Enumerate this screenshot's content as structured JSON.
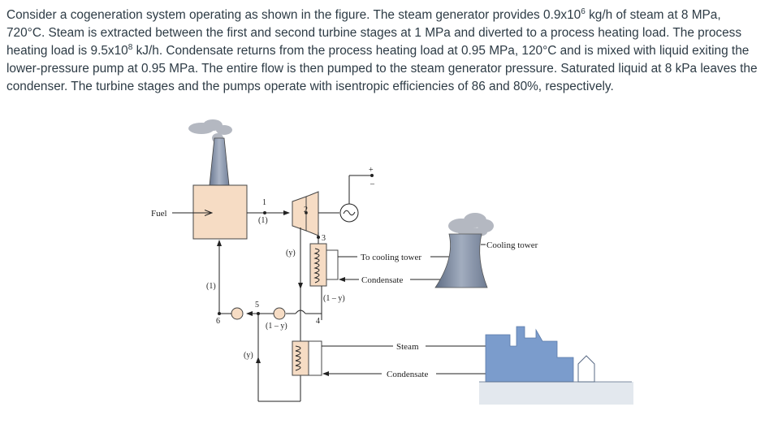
{
  "problem": {
    "part1": "Consider a cogeneration system operating as shown in the figure. The steam generator provides 0.9x10",
    "exp1": "6",
    "part2": " kg/h of steam at 8 MPa, 720°C. Steam is extracted between the first and second turbine stages at 1 MPa and diverted to a process heating load. The process heating load is 9.5x10",
    "exp2": "8",
    "part3": " kJ/h. Condensate returns from the process heating load at 0.95 MPa, 120°C and is mixed with liquid exiting the lower-pressure pump at 0.95 MPa. The entire flow is then pumped to the steam generator pressure. Saturated liquid at 8 kPa leaves the condenser. The turbine stages and the pumps operate with isentropic efficiencies of 86 and 80%, respectively."
  },
  "figure": {
    "fuel": "Fuel",
    "state1": "1",
    "state2": "2",
    "state3": "3",
    "state4": "4",
    "state5": "5",
    "state6": "6",
    "flow_1_top": "(1)",
    "flow_1_left": "(1)",
    "flow_y_top": "(y)",
    "flow_y_bottom": "(y)",
    "flow_1my_right": "(1 – y)",
    "flow_1my_bottom": "(1 – y)",
    "to_cooling_tower": "To cooling tower",
    "condensate_condenser": "Condensate",
    "cooling_tower": "Cooling tower",
    "steam": "Steam",
    "condensate_process": "Condensate",
    "plus": "+",
    "minus": "–"
  },
  "colors": {
    "boiler": "#f6dcc4",
    "turbine": "#f6dcc4",
    "tower": "#7f8da4",
    "factory": "#7b9ccc",
    "ground": "#e3e8ee",
    "smoke": "#b4b8c1"
  }
}
